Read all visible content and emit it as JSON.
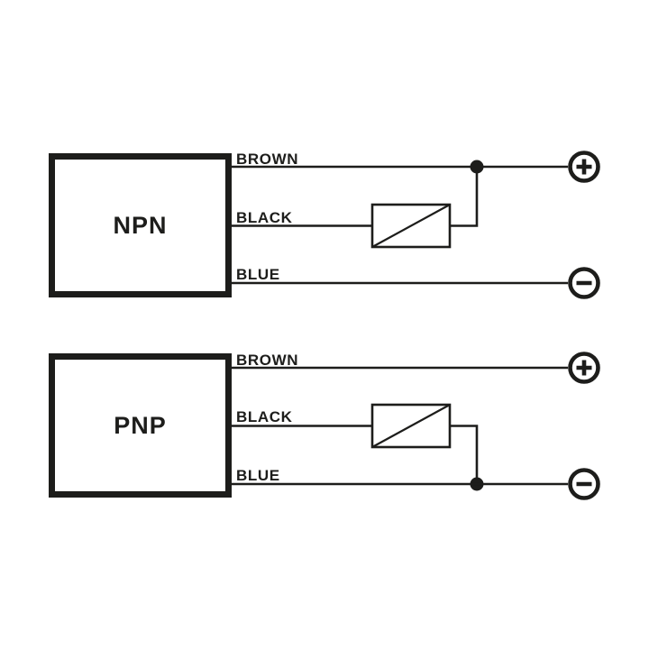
{
  "colors": {
    "ink": "#1d1d1b",
    "background": "#ffffff"
  },
  "diagrams": {
    "npn": {
      "box_label": "NPN",
      "wire_labels": {
        "top": "BROWN",
        "middle": "BLACK",
        "bottom": "BLUE"
      },
      "terminal_icons": {
        "top": "plus-circle-icon",
        "bottom": "minus-circle-icon"
      }
    },
    "pnp": {
      "box_label": "PNP",
      "wire_labels": {
        "top": "BROWN",
        "middle": "BLACK",
        "bottom": "BLUE"
      },
      "terminal_icons": {
        "top": "plus-circle-icon",
        "bottom": "minus-circle-icon"
      }
    }
  }
}
